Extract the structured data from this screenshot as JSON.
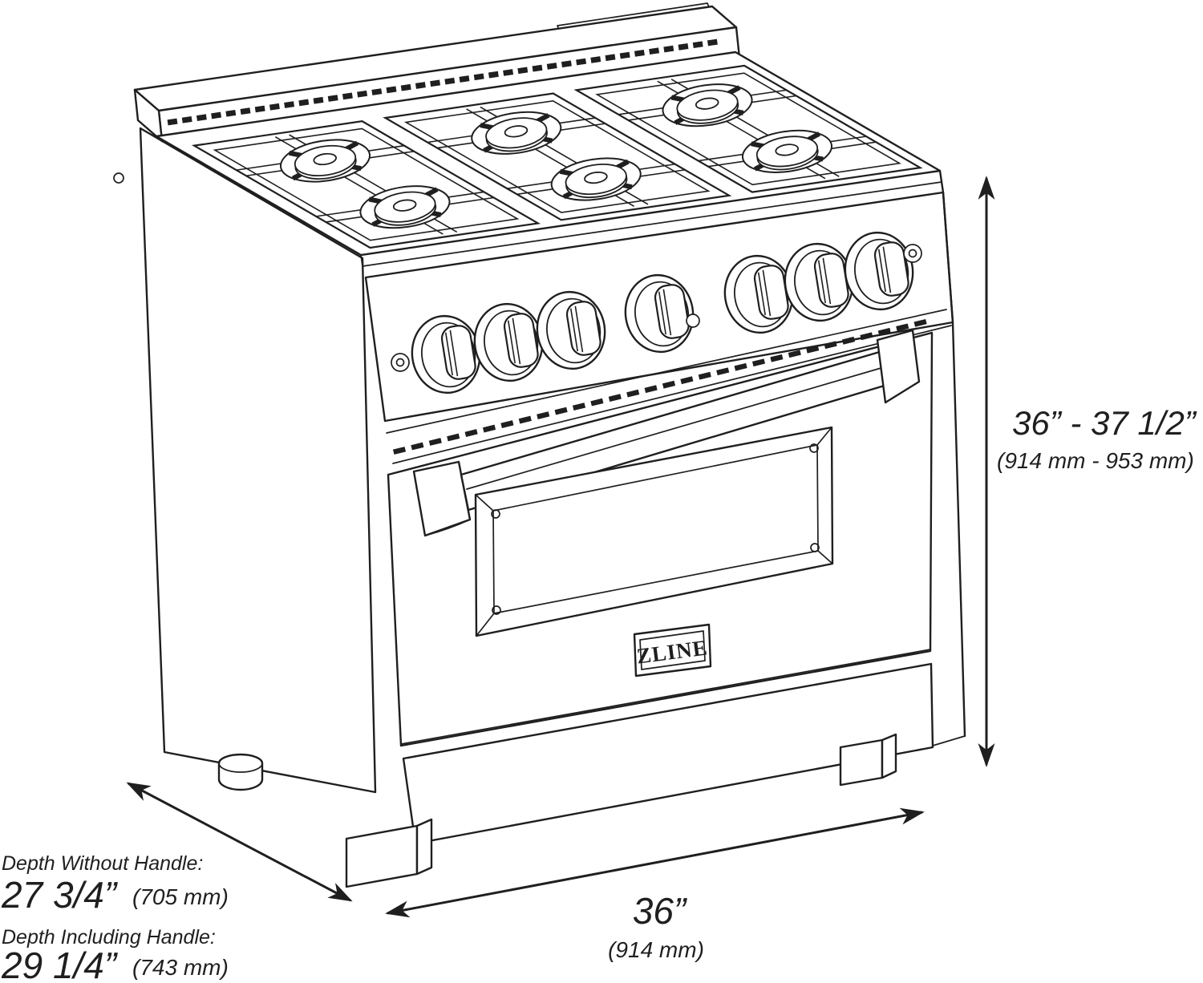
{
  "page": {
    "background_color": "#ffffff",
    "line_color": "#1f1f1f"
  },
  "range": {
    "badge_label": "ZLINE",
    "burner_count": 6,
    "knob_count": 7
  },
  "dimensions": {
    "height": {
      "imperial": "36” - 37 1/2”",
      "metric": "(914 mm - 953 mm)"
    },
    "width": {
      "imperial": "36”",
      "metric": "(914 mm)"
    },
    "depth_without_handle": {
      "label": "Depth Without Handle:",
      "imperial": "27 3/4”",
      "metric": "(705 mm)"
    },
    "depth_including_handle": {
      "label": "Depth Including Handle:",
      "imperial": "29 1/4”",
      "metric": "(743 mm)"
    }
  }
}
